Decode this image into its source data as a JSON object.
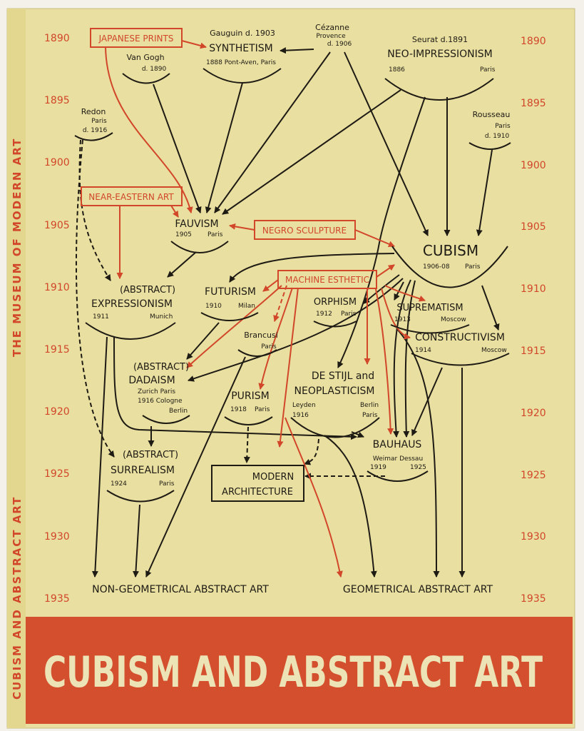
{
  "colors": {
    "page": "#e8dfa0",
    "ink": "#1e1a14",
    "red": "#d2462a",
    "banner": "#d34f2e",
    "spine": "#e3d78f",
    "banner_text": "#ece4b6"
  },
  "spine": {
    "top_text": "THE MUSEUM OF MODERN ART",
    "bottom_text": "CUBISM AND ABSTRACT ART"
  },
  "banner_title": "CUBISM AND ABSTRACT ART",
  "years_left": [
    "1890",
    "1895",
    "1900",
    "1905",
    "1910",
    "1915",
    "1920",
    "1925",
    "1930",
    "1935"
  ],
  "years_right": [
    "1890",
    "1895",
    "1900",
    "1905",
    "1910",
    "1915",
    "1920",
    "1925",
    "1930",
    "1935"
  ],
  "red_boxes": {
    "japanese_prints": "JAPANESE PRINTS",
    "near_eastern_art": "NEAR-EASTERN ART",
    "negro_sculpture": "NEGRO SCULPTURE",
    "machine_esthetic": "MACHINE ESTHETIC"
  },
  "black_box": {
    "line1": "MODERN",
    "line2": "ARCHITECTURE"
  },
  "nodes": {
    "synthetism": {
      "artist": "Gauguin  d. 1903",
      "title": "SYNTHETISM",
      "detail": "1888  Pont-Aven, Paris"
    },
    "cezanne": {
      "name": "Cézanne",
      "place": "Provence",
      "death": "d. 1906"
    },
    "neo_impressionism": {
      "artist": "Seurat  d.1891",
      "title": "NEO-IMPRESSIONISM",
      "year": "1886",
      "place": "Paris"
    },
    "van_gogh": {
      "name": "Van Gogh",
      "death": "d. 1890"
    },
    "redon": {
      "name": "Redon",
      "place": "Paris",
      "death": "d. 1916"
    },
    "rousseau": {
      "name": "Rousseau",
      "place": "Paris",
      "death": "d. 1910"
    },
    "fauvism": {
      "title": "FAUVISM",
      "year": "1905",
      "place": "Paris"
    },
    "cubism": {
      "title": "CUBISM",
      "year": "1906-08",
      "place": "Paris"
    },
    "abstract_expressionism": {
      "prefix": "(ABSTRACT)",
      "title": "EXPRESSIONISM",
      "year": "1911",
      "place": "Munich"
    },
    "futurism": {
      "title": "FUTURISM",
      "year": "1910",
      "place": "Milan"
    },
    "orphism": {
      "title": "ORPHISM",
      "year": "1912",
      "place": "Paris"
    },
    "suprematism": {
      "title": "SUPREMATISM",
      "year": "1913",
      "place": "Moscow"
    },
    "constructivism": {
      "title": "CONSTRUCTIVISM",
      "year": "1914",
      "place": "Moscow"
    },
    "brancusi": {
      "name": "Brancusi",
      "place": "Paris"
    },
    "dadaism": {
      "prefix": "(ABSTRACT)",
      "title": "DADAISM",
      "cities1": "Zurich    Paris",
      "cities2": "1916  Cologne",
      "cities3": "Berlin"
    },
    "purism": {
      "title": "PURISM",
      "year": "1918",
      "place": "Paris"
    },
    "de_stijl": {
      "title1": "DE STIJL and",
      "title2": "NEOPLASTICISM",
      "city1": "Leyden",
      "city2": "Berlin",
      "year": "1916",
      "city3": "Paris"
    },
    "bauhaus": {
      "title": "BAUHAUS",
      "cities": "Weimar  Dessau",
      "year1": "1919",
      "year2": "1925"
    },
    "surrealism": {
      "prefix": "(ABSTRACT)",
      "title": "SURREALISM",
      "year": "1924",
      "place": "Paris"
    }
  },
  "outcomes": {
    "non_geometrical": "NON-GEOMETRICAL ABSTRACT ART",
    "geometrical": "GEOMETRICAL ABSTRACT ART"
  }
}
